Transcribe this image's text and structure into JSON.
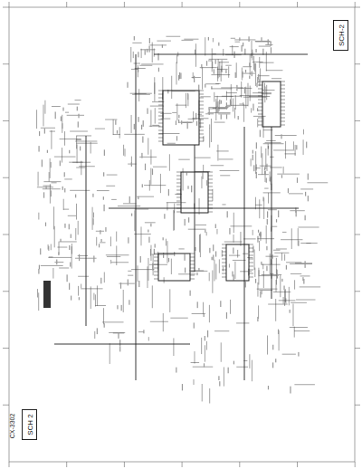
{
  "diagram": {
    "nodes": [
      {
        "text": [
          "SCH-2"
        ]
      },
      {
        "text": [
          "SCH 2"
        ]
      }
    ],
    "labels": [
      "CX-3302"
    ]
  }
}
